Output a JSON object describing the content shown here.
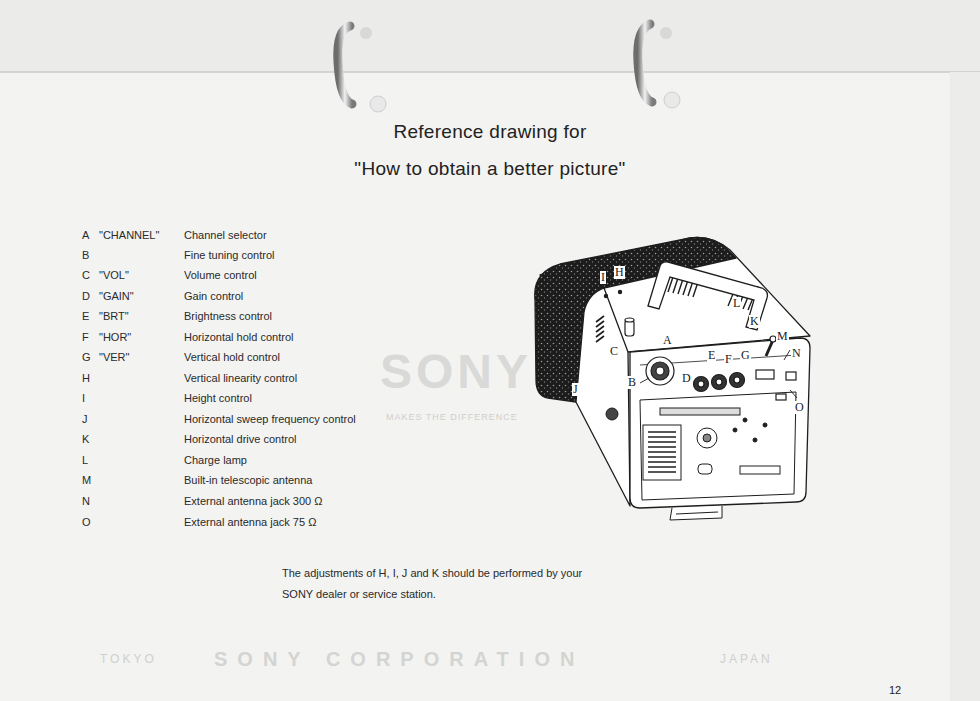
{
  "diagram": {
    "title": "Reference drawing for \"How to obtain a better picture\"",
    "labels": [
      "A",
      "\"CHANNEL\"",
      "Channel selector",
      "B",
      "Fine tuning control",
      "C",
      "\"VOL\"",
      "Volume control",
      "D",
      "\"GAIN\"",
      "Gain control",
      "E",
      "\"BRT\"",
      "Brightness control",
      "F",
      "\"HOR\"",
      "Horizontal hold control",
      "G",
      "\"VER\"",
      "Vertical hold control",
      "H",
      "Vertical linearity control",
      "I",
      "Height control",
      "J",
      "Horizontal sweep frequency control",
      "K",
      "Horizontal drive control",
      "L",
      "Charge lamp",
      "M",
      "Built-in telescopic antenna",
      "N",
      "External antenna jack 300 Ω",
      "O",
      "External antenna jack 75 Ω",
      "The adjustments of H, I, J and K should be performed by your SONY dealer or service station.",
      "I",
      "H",
      "C",
      "A",
      "L",
      "K",
      "M",
      "N",
      "E",
      "F",
      "G",
      "D",
      "J",
      "B",
      "O",
      "SONY",
      "MAKES THE DIFFERENCE",
      "TOKYO",
      "SONY CORPORATION",
      "JAPAN",
      "12"
    ]
  }
}
